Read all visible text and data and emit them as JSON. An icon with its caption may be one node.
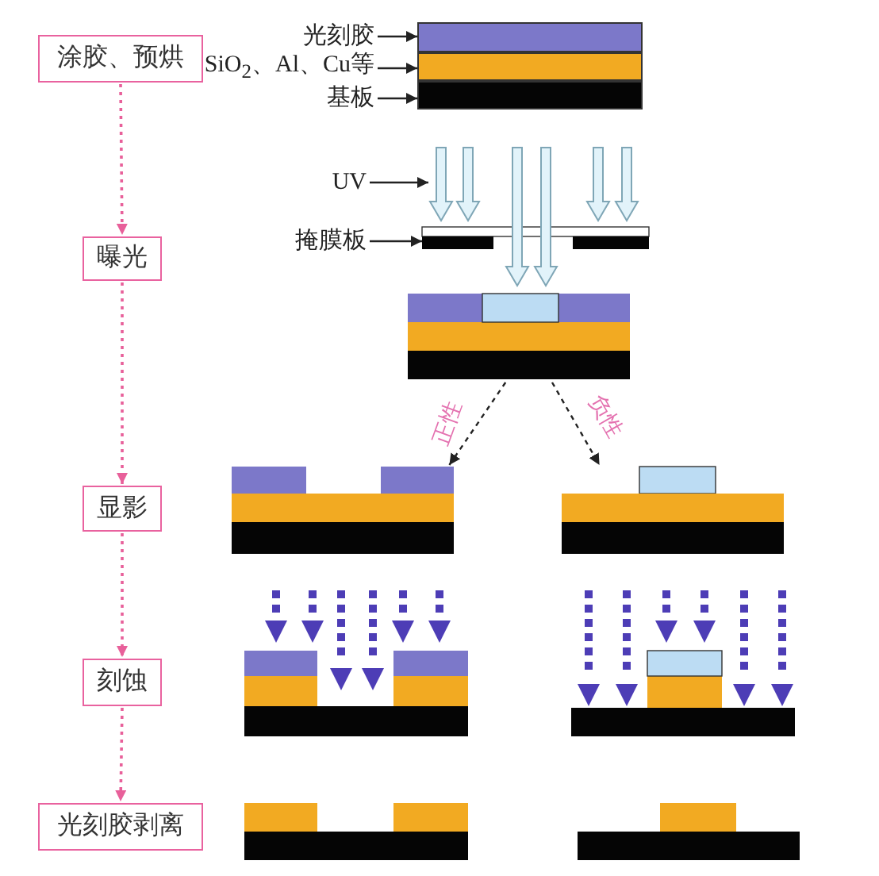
{
  "diagram": {
    "nodes": [
      {
        "text": [
          "涂胶、预烘"
        ]
      },
      {
        "text": [
          "曝光"
        ]
      },
      {
        "text": [
          "显影"
        ]
      },
      {
        "text": [
          "刻蚀"
        ]
      },
      {
        "text": [
          "光刻胶剥离"
        ]
      },
      {
        "text": [
          "光刻胶"
        ]
      },
      {
        "text": [
          "SiO$_{2}$、Al、Cu等"
        ]
      },
      {
        "text": [
          "基板"
        ]
      },
      {
        "text": [
          "UV"
        ]
      },
      {
        "text": [
          "掩膜板"
        ]
      },
      {
        "text": [],
        "shape": "bar"
      },
      {
        "text": [],
        "shape": "bar"
      },
      {
        "text": [],
        "shape": "bar"
      },
      {
        "text": [],
        "shape": "picture"
      },
      {
        "text": [],
        "shape": "bar"
      },
      {
        "text": [],
        "shape": "picture"
      },
      {
        "text": [],
        "shape": "picture"
      },
      {
        "text": [],
        "shape": "picture"
      },
      {
        "text": [],
        "shape": "picture"
      },
      {
        "text": [],
        "shape": "picture"
      },
      {
        "text": [],
        "shape": "bar"
      },
      {
        "text": [],
        "shape": "bar"
      }
    ],
    "edges": [
      {
        "from": 0,
        "to": 1,
        "arrow": "to",
        "style": "dashed",
        "color": "#e8609a"
      },
      {
        "from": 1,
        "to": 2,
        "arrow": "to",
        "style": "dashed",
        "color": "#e8609a"
      },
      {
        "from": 2,
        "to": 3,
        "arrow": "to",
        "style": "dashed",
        "color": "#e8609a"
      },
      {
        "from": 3,
        "to": 4,
        "arrow": "to",
        "style": "dashed",
        "color": "#e8609a"
      },
      {
        "from": 5,
        "to": 10,
        "arrow": "to"
      },
      {
        "from": 6,
        "to": 11,
        "arrow": "to"
      },
      {
        "from": 7,
        "to": 12,
        "arrow": "to"
      },
      {
        "from": 8,
        "to": 13,
        "arrow": "to"
      },
      {
        "from": 9,
        "to": 14,
        "arrow": "to"
      },
      {
        "from": 15,
        "to": 16,
        "arrow": "to",
        "label": "正性",
        "style": "dashed"
      },
      {
        "from": 15,
        "to": 17,
        "arrow": "to",
        "label": "负性",
        "style": "dashed"
      }
    ]
  }
}
